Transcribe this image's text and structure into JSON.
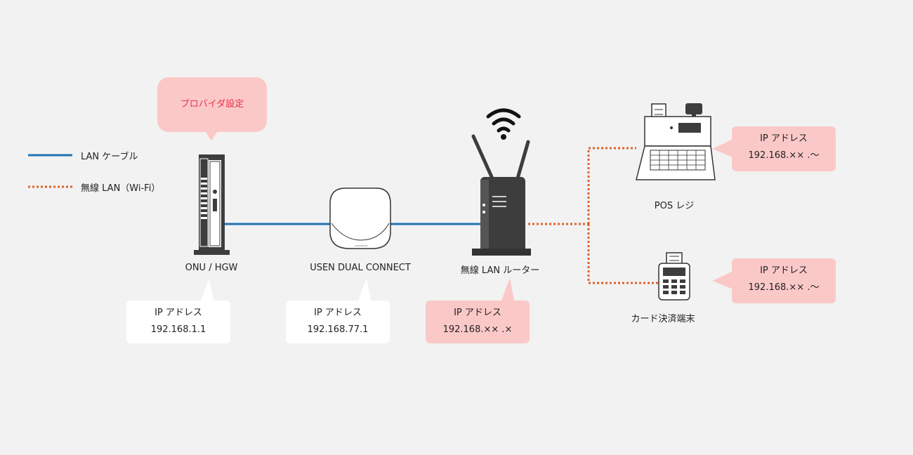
{
  "legend": {
    "lan_cable": "LAN ケーブル",
    "wireless_lan": "無線 LAN（Wi-Fi）"
  },
  "callout": {
    "text": "プロバイダ設定"
  },
  "devices": {
    "onu": {
      "label": "ONU / HGW",
      "ip_heading": "IP アドレス",
      "ip": "192.168.1.1"
    },
    "usen": {
      "label": "USEN DUAL CONNECT",
      "ip_heading": "IP アドレス",
      "ip": "192.168.77.1"
    },
    "router": {
      "label": "無線 LAN ルーター",
      "ip_heading": "IP アドレス",
      "ip": "192.168.×× .×"
    },
    "pos": {
      "label": "POS レジ",
      "ip_heading": "IP アドレス",
      "ip": "192.168.×× .～"
    },
    "card": {
      "label": "カード決済端末",
      "ip_heading": "IP アドレス",
      "ip": "192.168.×× .～"
    }
  },
  "colors": {
    "lan_cable": "#1f74b4",
    "wireless_lan": "#e0622a",
    "pink_bubble": "#fbc8c8",
    "callout_text": "#e8334b",
    "device_dark": "#3d3d3d"
  }
}
